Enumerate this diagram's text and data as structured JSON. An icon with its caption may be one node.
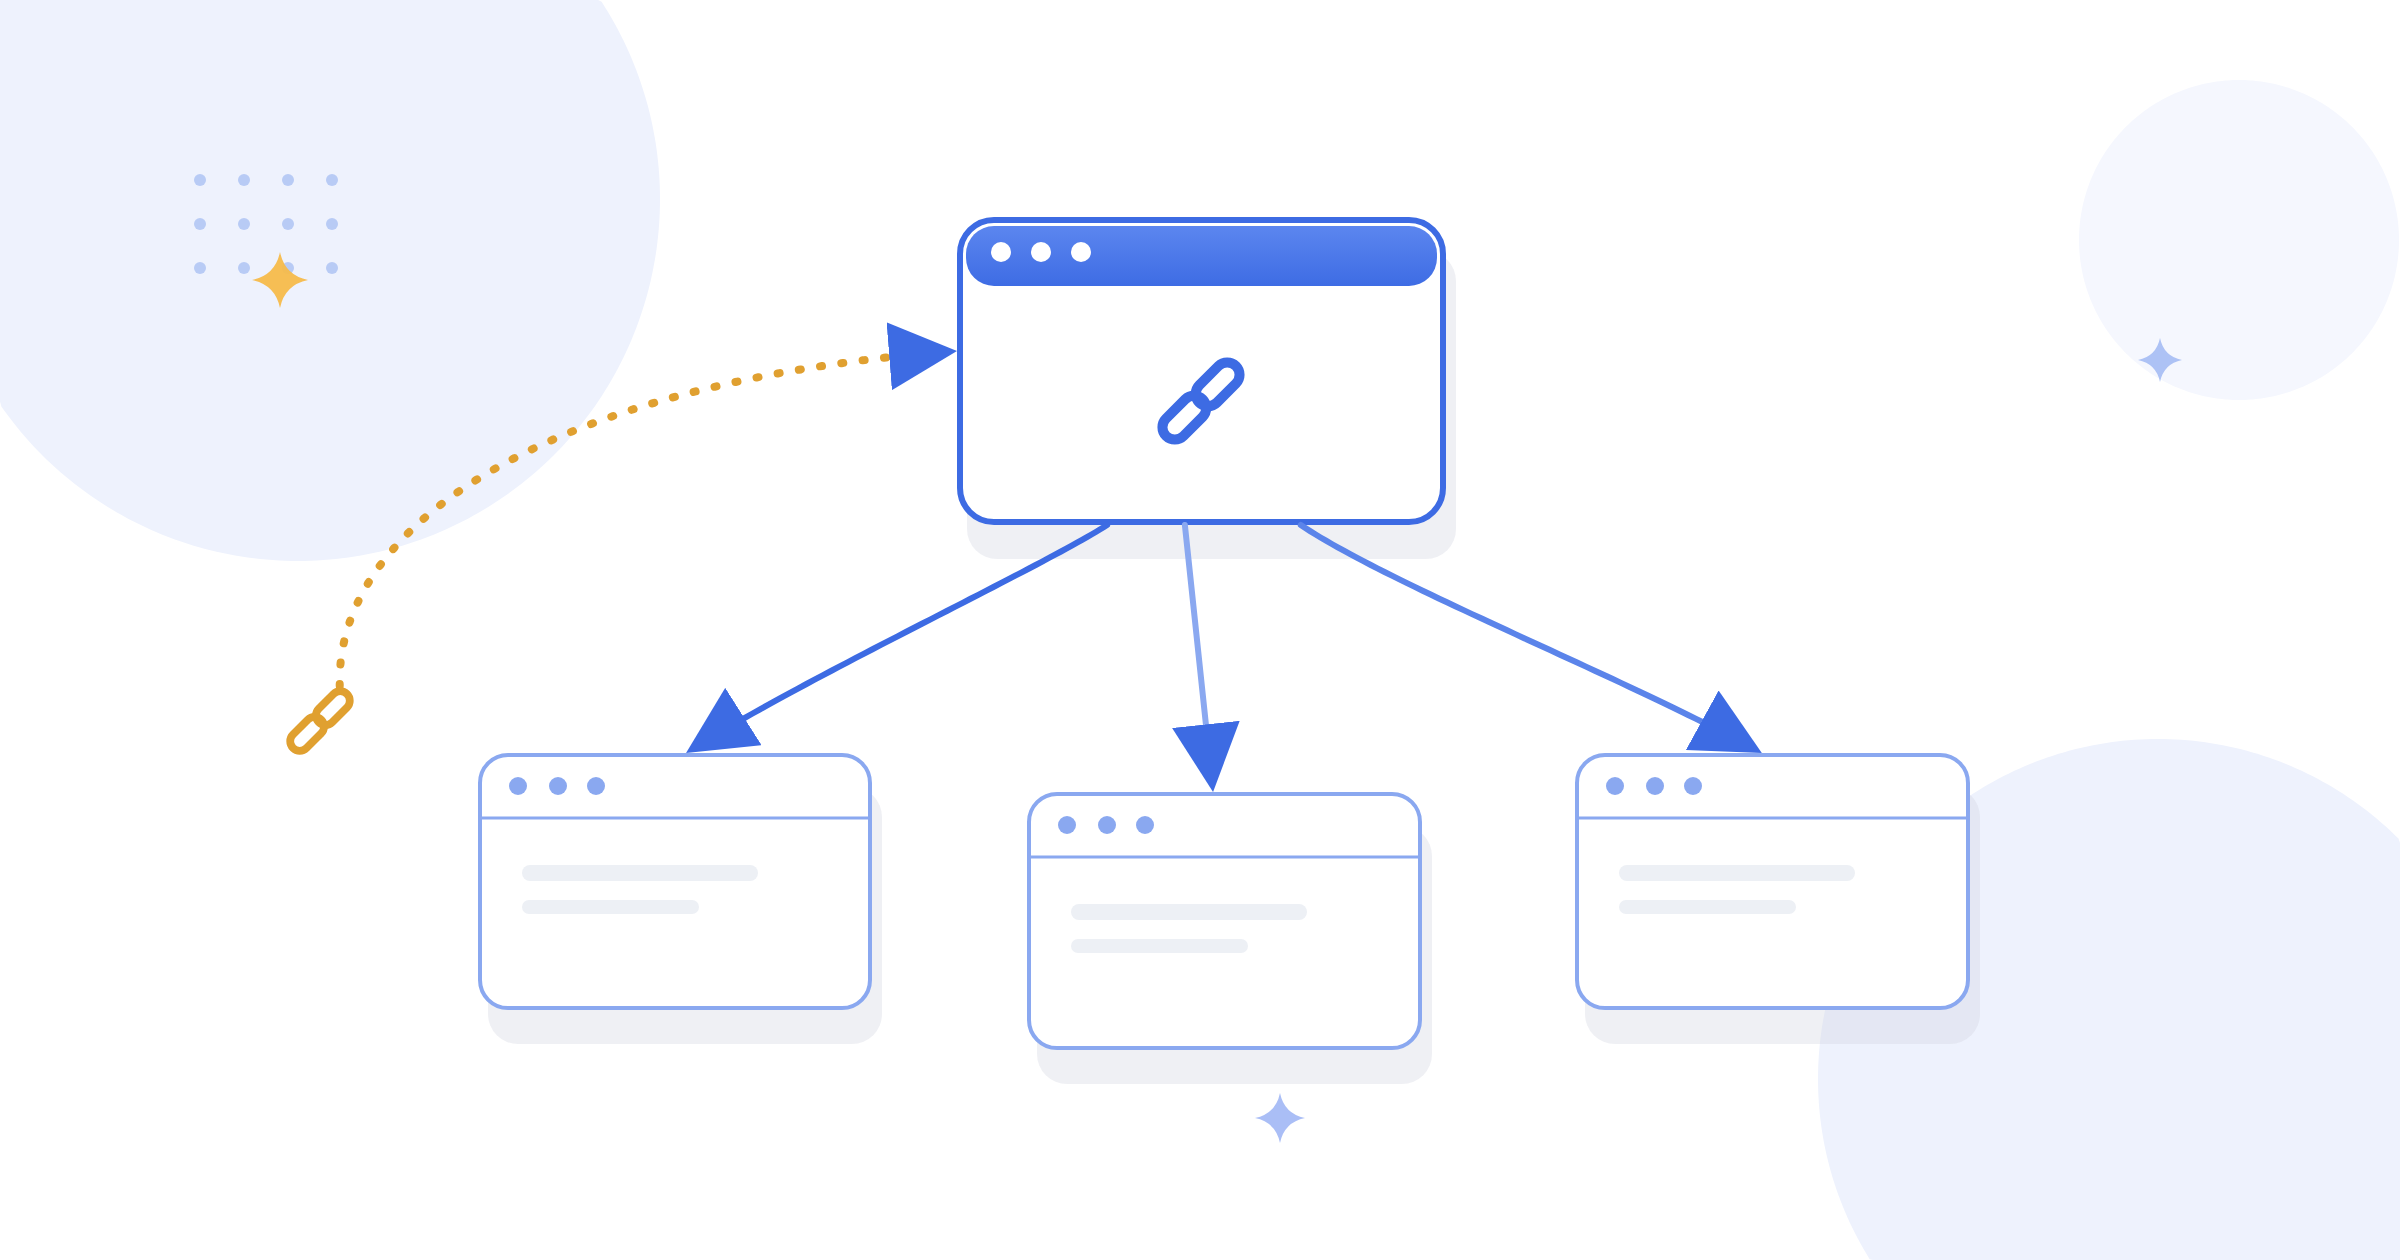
{
  "diagram": {
    "nodes": [
      {
        "text": [],
        "shape": "box"
      },
      {
        "text": [],
        "shape": "picture"
      },
      {
        "text": [],
        "shape": "box"
      },
      {
        "text": [],
        "shape": "box"
      },
      {
        "text": [],
        "shape": "box"
      }
    ],
    "edges": [
      {
        "from": 1,
        "to": 0,
        "arrow": "to",
        "style": "dashed",
        "color": "#e0a030"
      },
      {
        "from": 0,
        "to": 2,
        "arrow": "to",
        "color": "#3d6be3"
      },
      {
        "from": 0,
        "to": 3,
        "arrow": "to",
        "color": "#8aa8f0"
      },
      {
        "from": 0,
        "to": 4,
        "arrow": "to",
        "color": "#5b84ea"
      }
    ]
  }
}
